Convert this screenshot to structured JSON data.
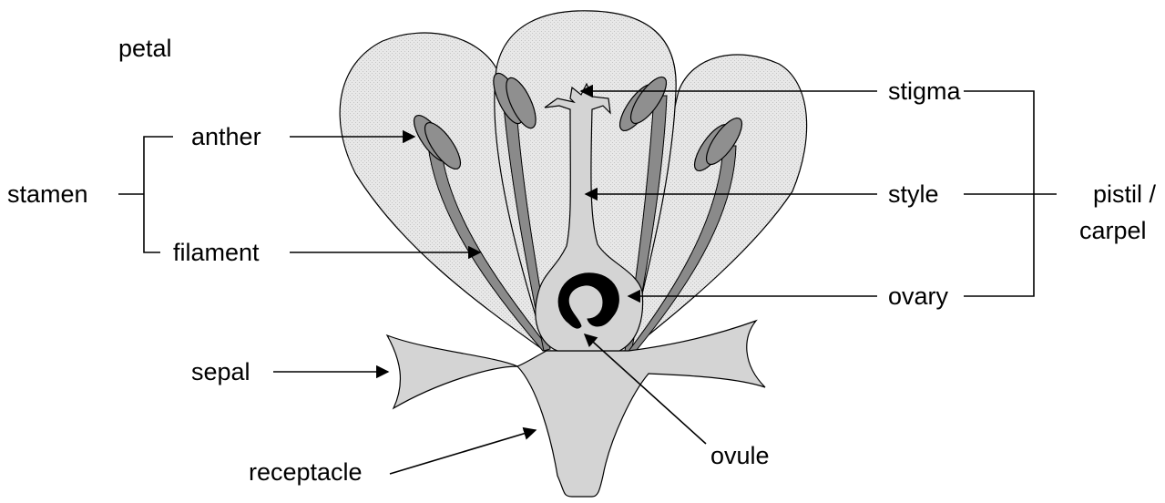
{
  "labels": {
    "petal": "petal",
    "anther": "anther",
    "stamen": "stamen",
    "filament": "filament",
    "sepal": "sepal",
    "receptacle": "receptacle",
    "stigma": "stigma",
    "style": "style",
    "ovary": "ovary",
    "ovule": "ovule",
    "pistil_line1": "pistil /",
    "pistil_line2": "carpel"
  },
  "colors": {
    "petal_fill": "#e6e6e6",
    "tissue_fill": "#d4d4d4",
    "filament_fill": "#8a8a8a",
    "ovule_fill": "#000000",
    "line": "#000000"
  }
}
